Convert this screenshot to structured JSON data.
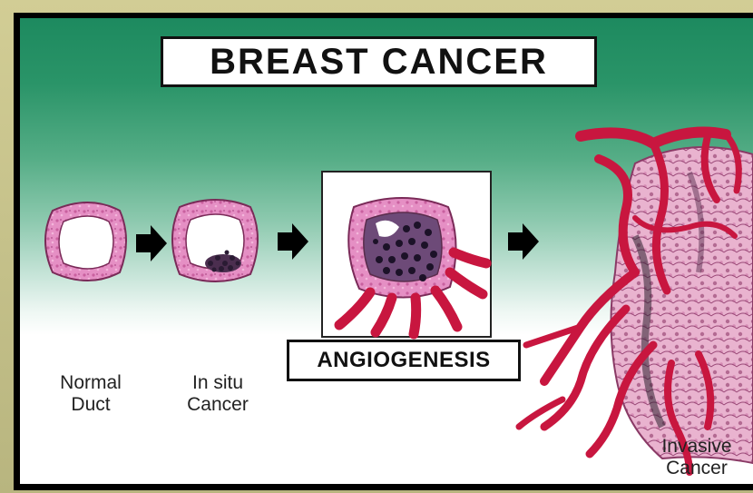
{
  "title": "BREAST CANCER",
  "stages": {
    "normal": {
      "line1": "Normal",
      "line2": "Duct"
    },
    "in_situ": {
      "line1": "In situ",
      "line2": "Cancer"
    },
    "angiogenesis": {
      "label": "ANGIOGENESIS"
    },
    "invasive": {
      "line1": "Invasive",
      "line2": "Cancer"
    }
  },
  "colors": {
    "duct_wall": "#e58fc4",
    "duct_outline": "#7a2a58",
    "vessel": "#c8163f",
    "cell_cluster": "#2a1b33",
    "arrow": "#000000",
    "background_top": "#1d8a5f",
    "frame": "#c3c08a"
  }
}
